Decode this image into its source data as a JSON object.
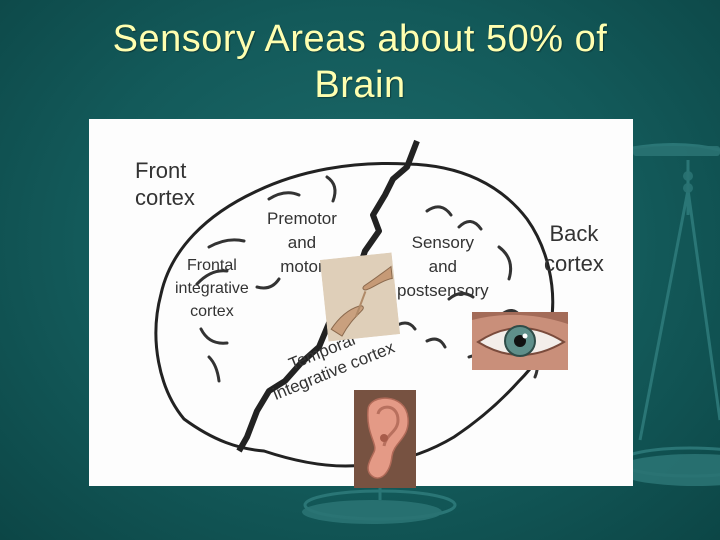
{
  "slide": {
    "title_line1": "Sensory Areas about 50% of",
    "title_line2": "Brain",
    "title_color": "#ffffb0",
    "background_color": "#135a5a"
  },
  "brain_diagram": {
    "labels": {
      "front_cortex": [
        "Front",
        "cortex"
      ],
      "back_cortex": [
        "Back",
        "cortex"
      ],
      "premotor_motor": [
        "Premotor",
        "and",
        "motor"
      ],
      "sensory_postsensory": [
        "Sensory",
        "and",
        "postsensory"
      ],
      "frontal_integrative": [
        "Frontal",
        "integrative",
        "cortex"
      ],
      "temporal_integrative": [
        "Temporal",
        "integrative cortex"
      ]
    }
  },
  "photos": [
    {
      "name": "hand",
      "icon": "touching-hands-image"
    },
    {
      "name": "eye",
      "icon": "eye-image"
    },
    {
      "name": "ear",
      "icon": "ear-image"
    }
  ]
}
